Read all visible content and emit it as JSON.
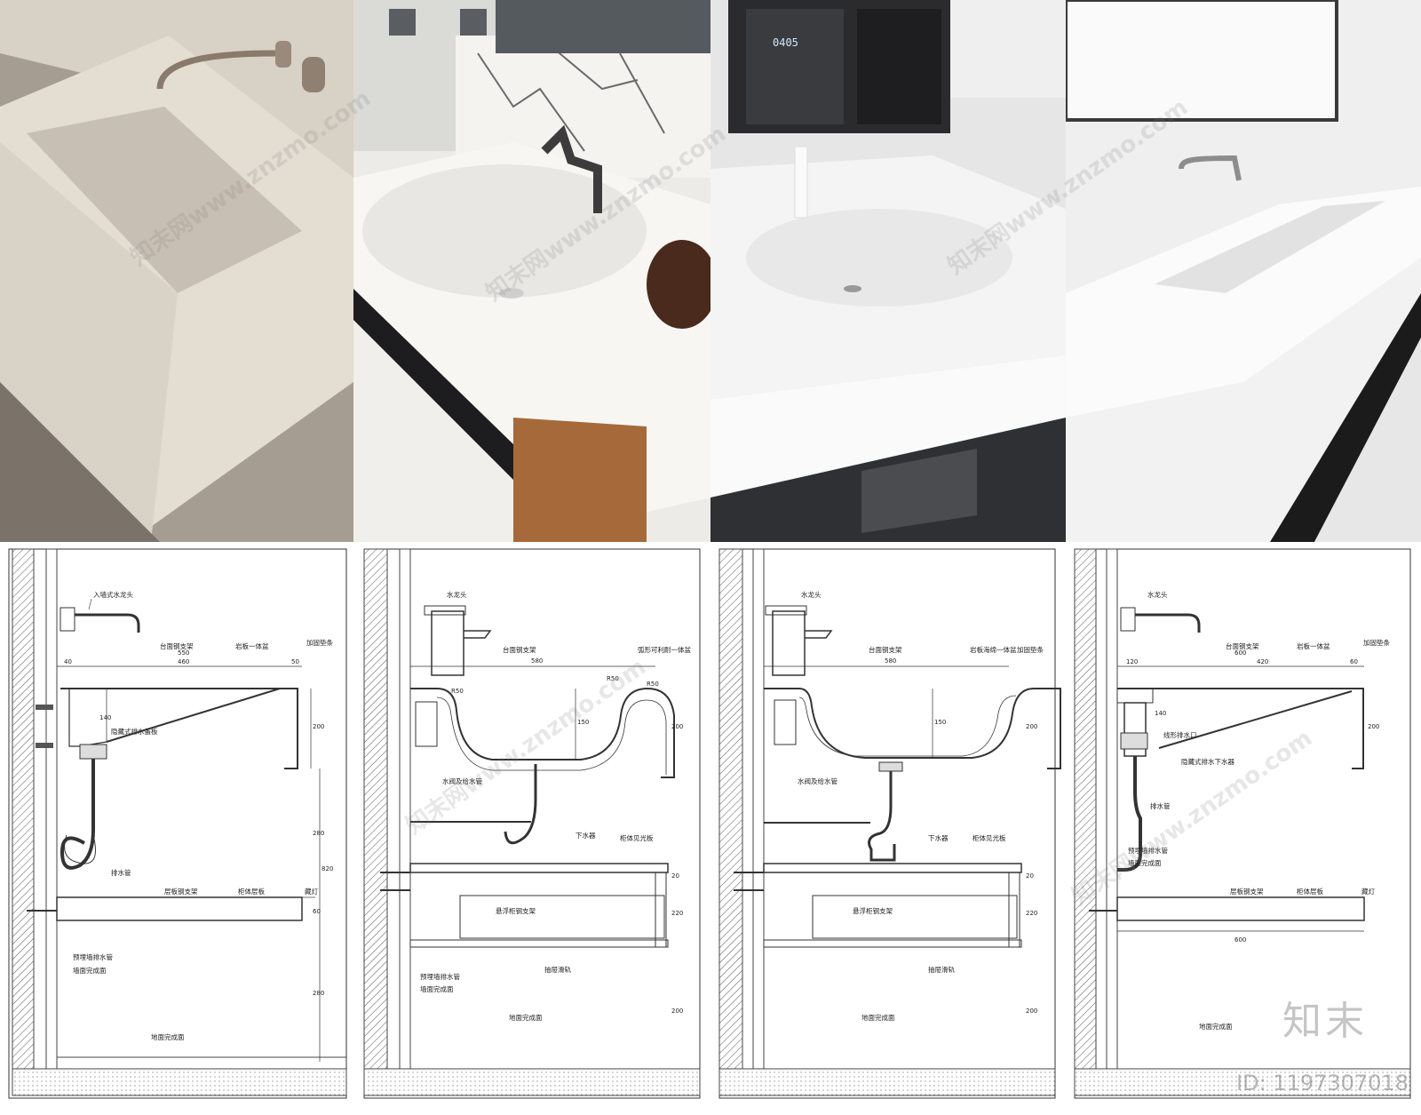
{
  "photos": [
    {
      "name": "photo-stone-trough-basin"
    },
    {
      "name": "photo-integrated-basin-marble"
    },
    {
      "name": "photo-undermount-basin-mirror"
    },
    {
      "name": "photo-slope-basin-wall-faucet"
    }
  ],
  "drawings": [
    {
      "labels": {
        "faucet": "入墙式水龙头",
        "bracket": "台面钢支架",
        "basin": "岩板一体盆",
        "edge": "加固垫条",
        "drain_cover": "隐藏式排水盖板",
        "trap": "排水管",
        "floor_bracket": "层板钢支架",
        "shelf": "柜体层板",
        "light": "藏灯",
        "wall_pipe": "预埋墙排水管",
        "wall_finish": "墙面完成面",
        "floor_finish": "地面完成面"
      },
      "dims": {
        "top": "550",
        "d40": "40",
        "d460": "460",
        "d50": "50",
        "d140": "140",
        "d200": "200",
        "d280": "280",
        "d820": "820",
        "d60": "60",
        "d280b": "280"
      }
    },
    {
      "labels": {
        "faucet": "水龙头",
        "bracket": "台面钢支架",
        "basin": "弧形可利耐一体盆",
        "valve": "水阀及给水管",
        "drain": "下水器",
        "panel": "柜体见光板",
        "bracket2": "悬浮柜钢支架",
        "wall_pipe": "预埋墙排水管",
        "wall_finish": "墙面完成面",
        "slide": "抽屉滑轨",
        "floor_finish": "地面完成面"
      },
      "dims": {
        "top": "580",
        "d150": "150",
        "d200": "200",
        "d20": "20",
        "d220": "220",
        "d200b": "200",
        "r50a": "R50",
        "r50b": "R50",
        "r50c": "R50"
      }
    },
    {
      "labels": {
        "faucet": "水龙头",
        "bracket": "台面钢支架",
        "basin": "岩板海绵一体盆",
        "edge": "加固垫条",
        "valve": "水阀及给水管",
        "drain": "下水器",
        "panel": "柜体见光板",
        "bracket2": "悬浮柜钢支架",
        "slide": "抽屉滑轨",
        "floor_finish": "地面完成面"
      },
      "dims": {
        "top": "580",
        "d150": "150",
        "d200": "200",
        "d20": "20",
        "d220": "220",
        "d200b": "200"
      }
    },
    {
      "labels": {
        "faucet": "水龙头",
        "bracket": "台面钢支架",
        "basin": "岩板一体盆",
        "edge": "加固垫条",
        "slot": "线形排水口",
        "drain": "隐藏式排水下水器",
        "trap": "排水管",
        "wall_pipe": "预埋墙排水管",
        "wall_finish": "墙面完成面",
        "floor_bracket": "层板钢支架",
        "shelf": "柜体层板",
        "light": "藏灯",
        "floor_finish": "地面完成面"
      },
      "dims": {
        "top": "600",
        "d120": "120",
        "d420": "420",
        "d60": "60",
        "d140": "140",
        "d200": "200",
        "d600": "600"
      }
    }
  ],
  "watermark": "知末网www.znzmo.com",
  "brand": "知末",
  "image_id": "ID: 1197307018"
}
